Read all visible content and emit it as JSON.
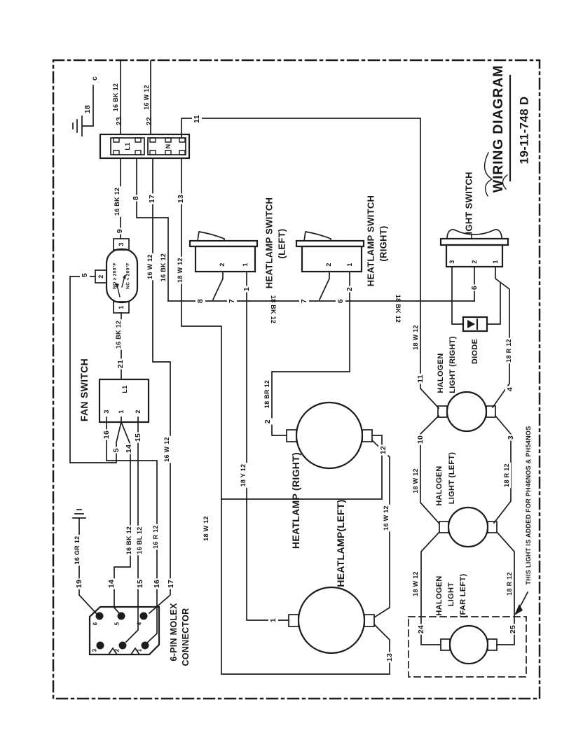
{
  "t": {
    "name": "WIRING DIAGRAM",
    "number": "19-11-748  D"
  },
  "c": {
    "fan": "FAN SWITCH",
    "hls": "HEATLAMP SWITCH",
    "hls_left": "(LEFT)",
    "hls_right": "(RIGHT)",
    "light": "LIGHT SWITCH",
    "diode": "DIODE",
    "hl_right": "HEATLAMP (RIGHT)",
    "hl_left": "HEATLAMP(LEFT)",
    "halogen": "HALOGEN",
    "halogen_light_right": "LIGHT (RIGHT)",
    "halogen_light_left": "LIGHT (LEFT)",
    "halogen_light": "LIGHT",
    "halogen_far_left": "(FAR LEFT)",
    "molex1": "6-PIN MOLEX",
    "molex2": "CONNECTOR",
    "no": "NO ≥ 200°F",
    "nc": "NC < 200°F",
    "l1": "L1",
    "n": "N"
  },
  "w": {
    "c": "c",
    "e18": "18",
    "n1": "1",
    "n2": "2",
    "n3": "3",
    "n4": "4",
    "n5": "5",
    "n6": "6",
    "n7": "7",
    "n8": "8",
    "n9": "9",
    "n10": "10",
    "n11": "11",
    "n12": "12",
    "n13": "13",
    "n14": "14",
    "n15": "15",
    "n16": "16",
    "n17": "17",
    "n19": "19",
    "n21": "21",
    "n22": "22",
    "n23": "23",
    "n24": "24",
    "n25": "25",
    "c16bk12": "16 BK 12",
    "c16w12": "16 W 12",
    "c16gr12": "16 GR 12",
    "c16bl12": "16 BL 12",
    "c16r12": "16 R 12",
    "c18w12": "18 W 12",
    "c18bk12": "18 BK 12",
    "c18y12": "18 Y 12",
    "c18br12": "18 BR 12",
    "c18r12": "18 R 12"
  },
  "note": "THIS LIGHT IS ADDED FOR PH46NOS & PH54NOS"
}
